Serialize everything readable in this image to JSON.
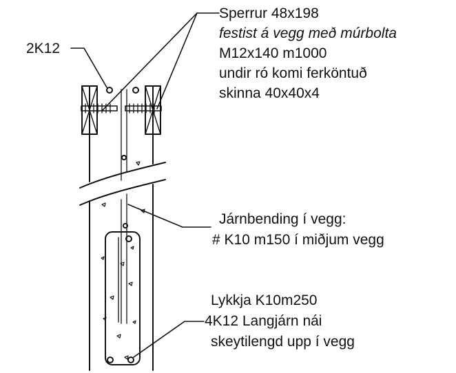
{
  "labels": {
    "rebar_top": "2K12",
    "rafter": {
      "line1": "Sperrur 48x198",
      "line2": "festist á vegg með múrbolta",
      "line3": "M12x140 m1000",
      "line4": "undir ró komi ferköntuð",
      "line5": "skinna 40x40x4"
    },
    "wall_rebar": {
      "line1": "Járnbending í vegg:",
      "line2": "# K10 m150 í miðjum vegg"
    },
    "loop": {
      "line1": "Lykkja K10m250",
      "line2": "4K12 Langjárn nái",
      "line3": "skeytilengd upp í vegg"
    }
  },
  "colors": {
    "ink": "#111111",
    "background": "#ffffff"
  }
}
